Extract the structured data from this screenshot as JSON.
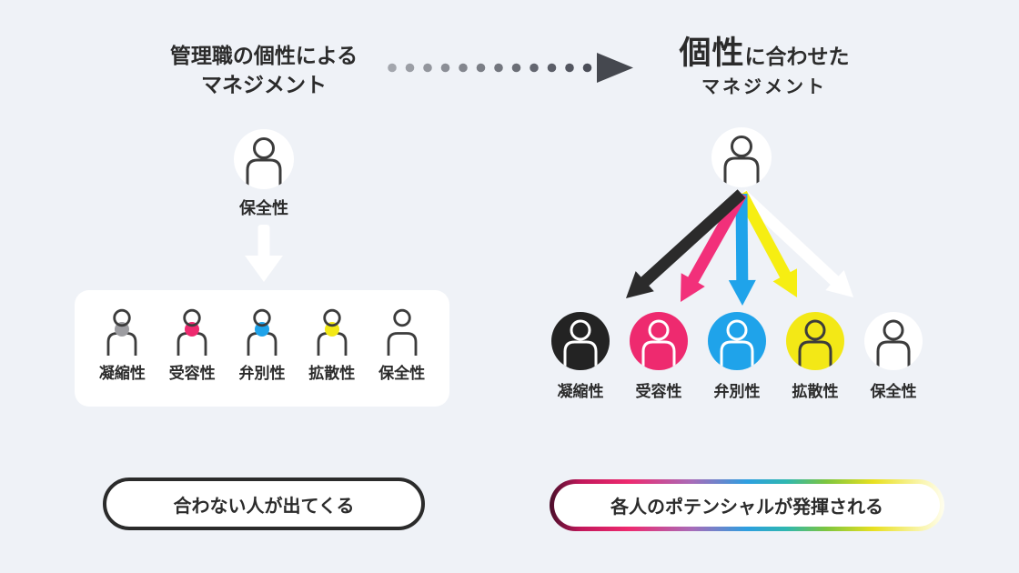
{
  "page": {
    "background": "#eff2f7",
    "text_color": "#2b2b2b"
  },
  "transition_arrow": {
    "style": "dotted",
    "direction": "right"
  },
  "left": {
    "title_line1": "管理職の個性による",
    "title_line2": "マネジメント",
    "manager_label": "保全性",
    "members": [
      {
        "label": "凝縮性",
        "neck_color": "#9d9da1"
      },
      {
        "label": "受容性",
        "neck_color": "#ee2a6f"
      },
      {
        "label": "弁別性",
        "neck_color": "#1fa3ea"
      },
      {
        "label": "拡散性",
        "neck_color": "#f3e816"
      },
      {
        "label": "保全性",
        "neck_color": "transparent"
      }
    ],
    "pill_text": "合わない人が出てくる"
  },
  "right": {
    "title_emphasis": "個性",
    "title_rest": "に合わせた",
    "title_line2": "マネジメント",
    "members": [
      {
        "label": "凝縮性",
        "circle_color": "#232323",
        "icon_stroke": "#ffffff",
        "arrow_color": "#2b2b2b"
      },
      {
        "label": "受容性",
        "circle_color": "#ee2a6f",
        "icon_stroke": "#ffffff",
        "arrow_color": "#f2307a"
      },
      {
        "label": "弁別性",
        "circle_color": "#1fa3ea",
        "icon_stroke": "#ffffff",
        "arrow_color": "#1fa3ea"
      },
      {
        "label": "拡散性",
        "circle_color": "#f3e816",
        "icon_stroke": "#3c3c3c",
        "arrow_color": "#f6ee12"
      },
      {
        "label": "保全性",
        "circle_color": "#ffffff",
        "icon_stroke": "#3c3c3c",
        "arrow_color": "#ffffff"
      }
    ],
    "pill_text": "各人のポテンシャルが発揮される"
  }
}
